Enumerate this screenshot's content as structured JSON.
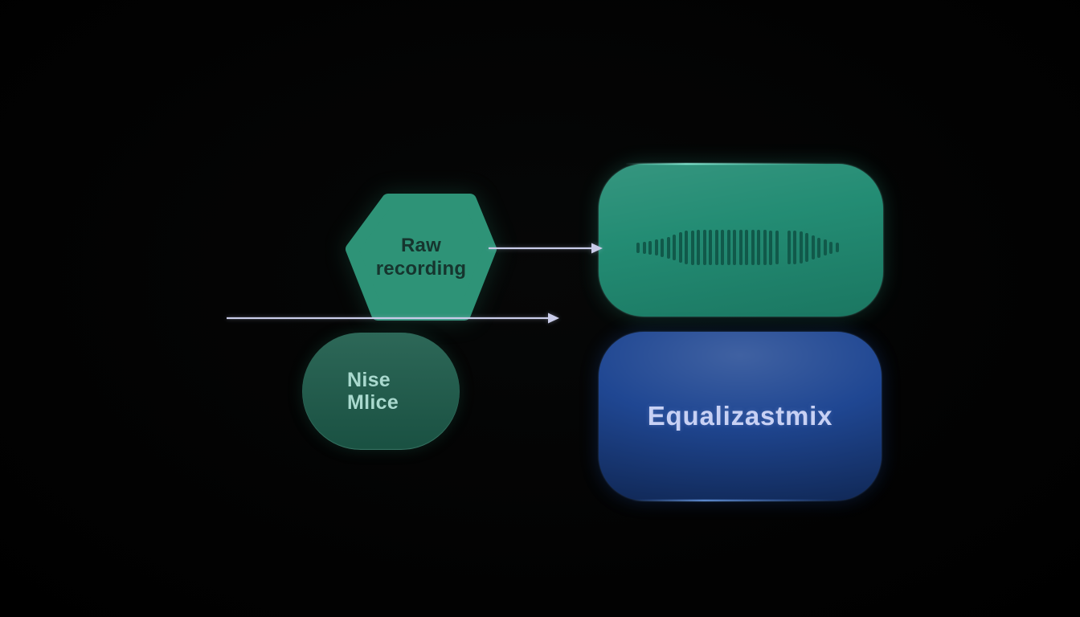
{
  "nodes": {
    "raw_recording": {
      "line1": "Raw",
      "line2": "recording"
    },
    "noise_mic": {
      "line1": "Nise",
      "line2": "Mlice"
    },
    "equalizer_mix": {
      "label": "Equalizastmix"
    }
  },
  "colors": {
    "hexagon_fill": "#2e9377",
    "hexagon_text": "#16352e",
    "pill_fill": "#1d5c4b",
    "pill_text": "#a9d9ce",
    "waveform_box_fill": "#1f8a71",
    "waveform_bar_color": "#11594a",
    "equalizer_box_fill": "#1b4390",
    "equalizer_text": "#c8d1f4",
    "arrow_color": "#c9cce9"
  },
  "waveform": {
    "bars": [
      13,
      15,
      17,
      20,
      23,
      27,
      32,
      38,
      42,
      43,
      44,
      44,
      44,
      44,
      44,
      44,
      44,
      44,
      44,
      44,
      44,
      44,
      43,
      42,
      0,
      42,
      42,
      40,
      36,
      30,
      25,
      20,
      15,
      12
    ]
  }
}
